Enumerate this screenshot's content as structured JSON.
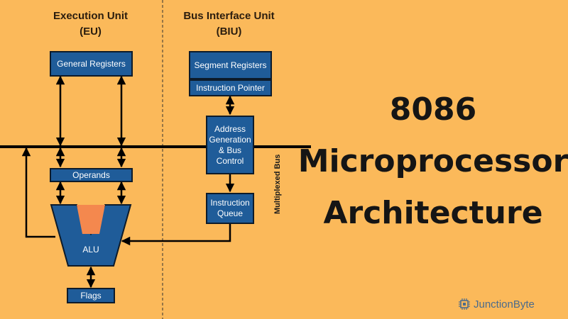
{
  "eu": {
    "title_line1": "Execution Unit",
    "title_line2": "(EU)"
  },
  "biu": {
    "title_line1": "Bus Interface Unit",
    "title_line2": "(BIU)"
  },
  "blocks": {
    "general_registers": "General Registers",
    "operands": "Operands",
    "alu": "ALU",
    "flags": "Flags",
    "segment_registers": "Segment Registers",
    "instruction_pointer": "Instruction Pointer",
    "address_gen_line1": "Address",
    "address_gen_line2": "Generation",
    "address_gen_line3": "& Bus",
    "address_gen_line4": "Control",
    "queue_line1": "Instruction",
    "queue_line2": "Queue"
  },
  "bus_label": "Multiplexed Bus",
  "headline": {
    "line1": "8086",
    "line2": "Microprocessor",
    "line3": "Architecture"
  },
  "brand": {
    "name": "JunctionByte",
    "icon": "chip-icon"
  },
  "colors": {
    "background": "#FBB95A",
    "block": "#1F5C99",
    "alu_inner": "#F4884E",
    "line": "#000000"
  }
}
